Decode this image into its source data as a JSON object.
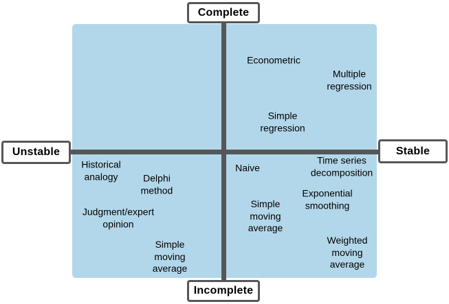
{
  "axes": {
    "top": "Complete",
    "bottom": "Incomplete",
    "left": "Unstable",
    "right": "Stable"
  },
  "methods": [
    {
      "id": "econometric",
      "quadrant": "top-right",
      "text": "Econometric"
    },
    {
      "id": "multiple-regression",
      "quadrant": "top-right",
      "text": "Multiple\nregression"
    },
    {
      "id": "simple-regression",
      "quadrant": "top-right",
      "text": "Simple\nregression"
    },
    {
      "id": "historical-analogy",
      "quadrant": "bottom-left",
      "text": "Historical\nanalogy"
    },
    {
      "id": "delphi-method",
      "quadrant": "bottom-left",
      "text": "Delphi\nmethod"
    },
    {
      "id": "judgment-expert-opinion",
      "quadrant": "bottom-left",
      "text": "Judgment/expert\nopinion"
    },
    {
      "id": "simple-moving-average-left",
      "quadrant": "bottom-left",
      "text": "Simple\nmoving\naverage"
    },
    {
      "id": "naive",
      "quadrant": "bottom-right",
      "text": "Naive"
    },
    {
      "id": "time-series-decomposition",
      "quadrant": "bottom-right",
      "text": "Time series\ndecomposition"
    },
    {
      "id": "exponential-smoothing",
      "quadrant": "bottom-right",
      "text": "Exponential\nsmoothing"
    },
    {
      "id": "simple-moving-average-right",
      "quadrant": "bottom-right",
      "text": "Simple\nmoving\naverage"
    },
    {
      "id": "weighted-moving-average",
      "quadrant": "bottom-right",
      "text": "Weighted\nmoving\naverage"
    }
  ],
  "colors": {
    "quadrant_fill": "#b3d7ea",
    "axis_line": "#55565a",
    "box_border": "#55565a",
    "box_fill": "#ffffff",
    "text": "#000000"
  }
}
